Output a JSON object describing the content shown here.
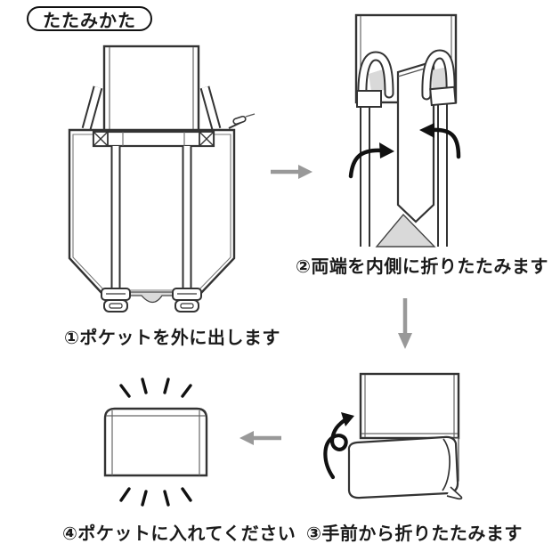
{
  "title": {
    "label": "たたみかた"
  },
  "steps": [
    {
      "number": "①",
      "caption": "①ポケットを外に出します",
      "illustration": "bag-front-with-pocket-out"
    },
    {
      "number": "②",
      "caption": "②両端を内側に折りたたみます",
      "illustration": "bag-sides-folded-inward"
    },
    {
      "number": "③",
      "caption": "③手前から折りたたみます",
      "illustration": "bag-rolled-from-front"
    },
    {
      "number": "④",
      "caption": "④ポケットに入れてください",
      "illustration": "folded-pouch-finished"
    }
  ],
  "icons": {
    "flow_right": "flow-arrow-right",
    "flow_down": "flow-arrow-down",
    "flow_left": "flow-arrow-left",
    "fold_left": "curved-fold-arrow-left",
    "fold_right": "curved-fold-arrow-right",
    "roll": "spiral-roll-arrow",
    "emphasis": "sparkle-emphasis-lines"
  },
  "colors": {
    "background": "#ffffff",
    "line_art": "#333333",
    "text": "#1a1a1a",
    "flow_arrow": "#999999",
    "shading": "#d9d9d9",
    "fold_arrow": "#111111"
  }
}
